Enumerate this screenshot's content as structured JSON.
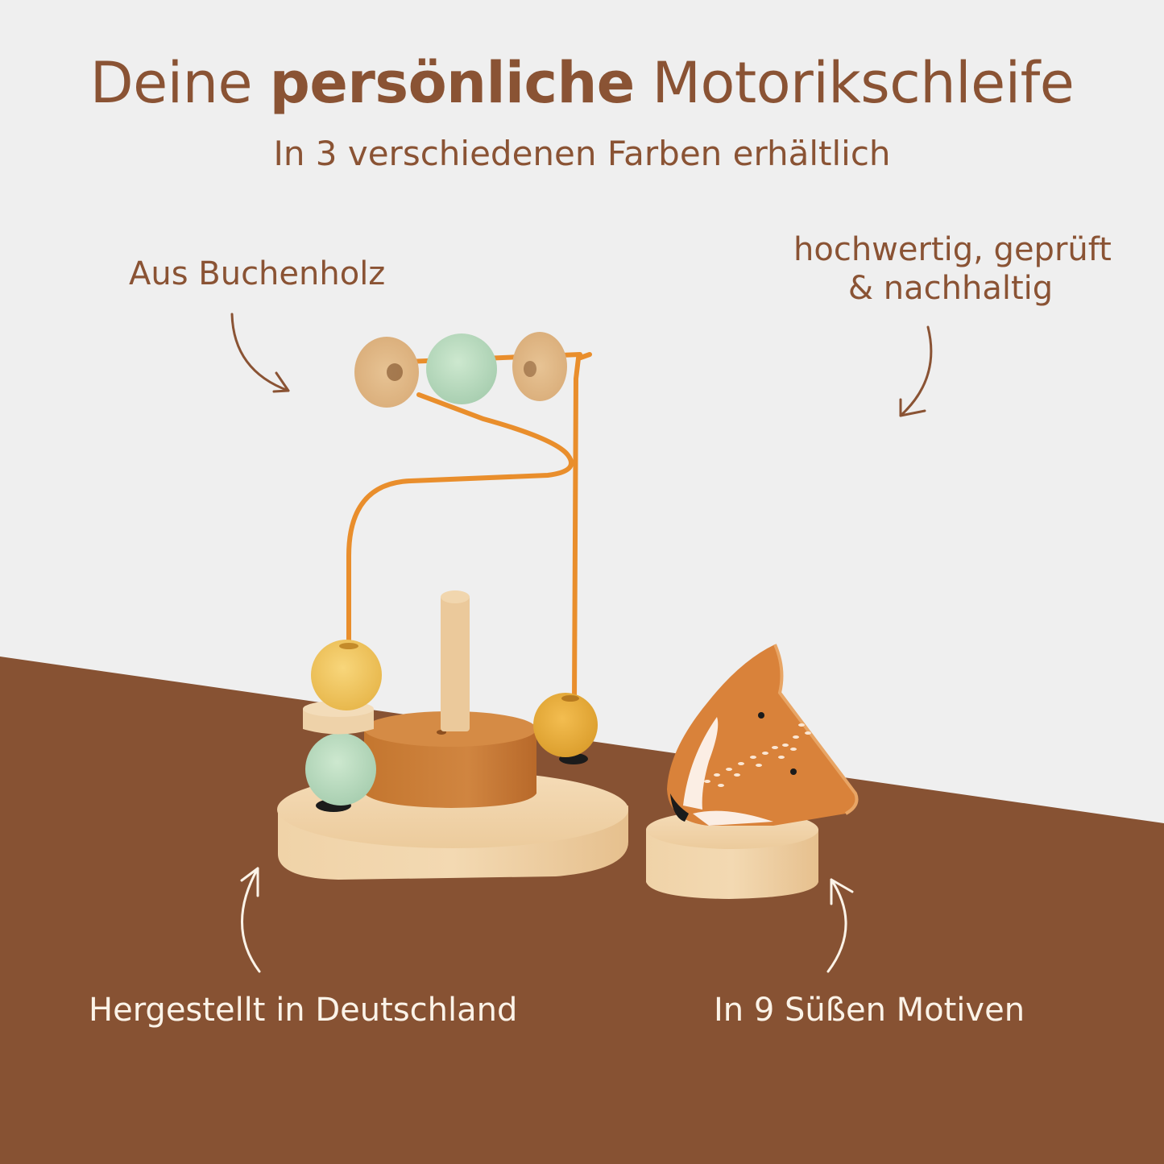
{
  "header": {
    "title_prefix": "Deine ",
    "title_bold": "persönliche",
    "title_suffix": " Motorikschleife",
    "subtitle": "In 3 verschiedenen Farben erhältlich"
  },
  "callouts": {
    "material": "Aus Buchenholz",
    "quality_line1": "hochwertig, geprüft",
    "quality_line2": "& nachhaltig",
    "origin": "Hergestellt in Deutschland",
    "motifs": "In 9 Süßen Motiven"
  },
  "product": {
    "name": "wooden-bead-maze-with-fox-figure",
    "icons": [
      "arrow-to-beads-icon",
      "arrow-to-fox-icon",
      "arrow-to-base-icon",
      "arrow-to-fox-base-icon"
    ]
  },
  "colors": {
    "background_light": "#efefef",
    "background_brown": "#875233",
    "text_brown": "#8a5334",
    "text_light": "#fbf3e8",
    "wire_orange": "#e98e2c",
    "wood": "#e9c79a",
    "mint": "#b9dcc0",
    "yellow": "#f2c867",
    "mustard": "#e9ae3c",
    "rust": "#c97930",
    "fox_orange": "#d9823a"
  }
}
